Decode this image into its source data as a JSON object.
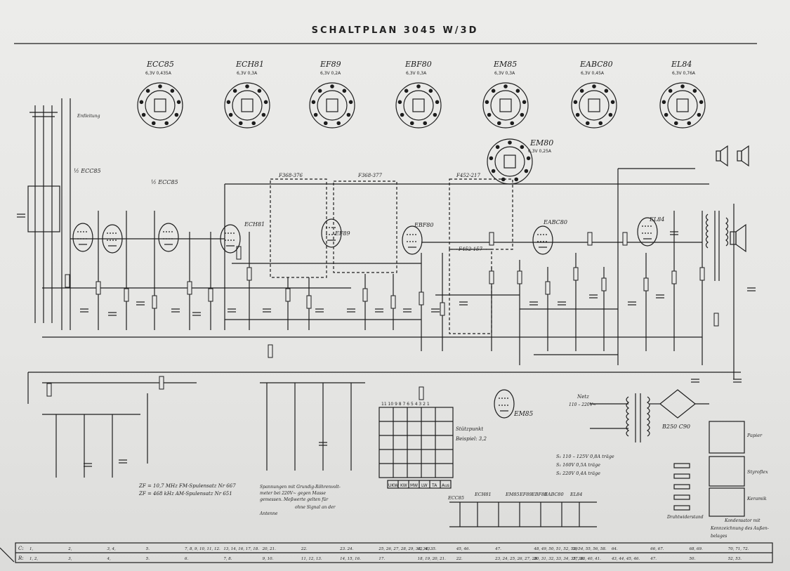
{
  "title": "SCHALTPLAN 3045 W/3D",
  "tubes": [
    {
      "name": "ECC85",
      "spec": "6,3V 0,435A"
    },
    {
      "name": "ECH81",
      "spec": "6,3V 0,3A"
    },
    {
      "name": "EF89",
      "spec": "6,3V 0,2A"
    },
    {
      "name": "EBF80",
      "spec": "6,3V 0,3A"
    },
    {
      "name": "EM85",
      "spec": "6,3V 0,3A"
    },
    {
      "name": "EABC80",
      "spec": "6,3V 0,45A"
    },
    {
      "name": "EL84",
      "spec": "6,3V 0,76A"
    },
    {
      "name": "EM80",
      "spec": "6,3V 0,25A"
    }
  ],
  "stage_labels": {
    "ecc85_a": "½ ECC85",
    "ecc85_b": "½ ECC85",
    "ech81": "ECH81",
    "ef89": "EF89",
    "ebf80": "EBF80",
    "eabc80": "EABC80",
    "el84": "EL84",
    "em85_low": "EM85",
    "f368_376": "F368-376",
    "f368_377": "F368-377",
    "f452_217": "F452-217",
    "f452_157": "F452-157",
    "erdleitung": "Erdleitung"
  },
  "ratings": {
    "line1": "S₁ 110 – 125V  0,8A träge",
    "line2": "S₁ 160V  0,5A träge",
    "line3": "S₁ 220V  0,4A träge"
  },
  "notes": {
    "zf_fm": "ZF = 10,7 MHz   FM-Spulensatz Nr 667",
    "zf_am": "ZF = 468 kHz   AM-Spulensatz Nr 651",
    "measure1": "Spannungen mit Grundig-Röhrenvolt-",
    "measure2": "meter bei 220V~ gegen Masse",
    "measure3": "gemessen. Meßwerte gelten für",
    "measure4": "ohne Signal an der",
    "measure5": "Antenne",
    "stutzpunkt": "Stützpunkt",
    "beispiel": "Beispiel: 3,2",
    "netz": "Netz",
    "netz_range": "110 – 220V~",
    "rectifier": "B250 C90",
    "drahtwiderstand": "Drahtwiderstand",
    "kondensator": "Kondensator mit",
    "kennzeichnung": "Kennzeichnung des Außen-",
    "belages": "belages",
    "papier": "Papier",
    "styroflex": "Styroflex",
    "keramik": "Keramik"
  },
  "waveband_keys": [
    "UKW",
    "KW",
    "MW",
    "LW",
    "TA",
    "Aus"
  ],
  "matrix_header": "11 10 9 8 7 6 5 4 3 2 1",
  "heater_chain": [
    "ECC85",
    "ECH81",
    "EM85",
    "EF89",
    "EBF80",
    "EABC80",
    "EL84"
  ],
  "bottom_rows": {
    "c_label": "C:",
    "r_label": "R:",
    "c_values": [
      "1,",
      "2,",
      "3, 4,",
      "5.",
      "7, 8, 9, 10, 11, 12.",
      "13, 14, 16, 17, 18.",
      "20, 21.",
      "22.",
      "23. 24.",
      "25, 26, 27, 28, 29, 33, 34, 35.",
      "42, 43.",
      "45, 46.",
      "47.",
      "48, 49, 50, 51, 52, 53, 54, 55, 56, 58.",
      "59.",
      "64.",
      "66, 67.",
      "68, 69.",
      "70, 71, 72."
    ],
    "r_values": [
      "1, 2,",
      "3,",
      "4,",
      "5.",
      "6.",
      "7, 8.",
      "9, 10.",
      "11, 12, 13.",
      "14, 15, 16.",
      "17.",
      "18, 19, 20, 21.",
      "22.",
      "23, 24, 25, 26, 27, 28.",
      "30, 31, 32, 33, 34, 35, 36.",
      "37, 38, 40, 41.",
      "43, 44, 45, 46.",
      "47.",
      "50.",
      "52, 53."
    ]
  },
  "colors": {
    "ink": "#1d1d1d",
    "paper": "#e8e8e6",
    "background": "#d9d9d7"
  }
}
